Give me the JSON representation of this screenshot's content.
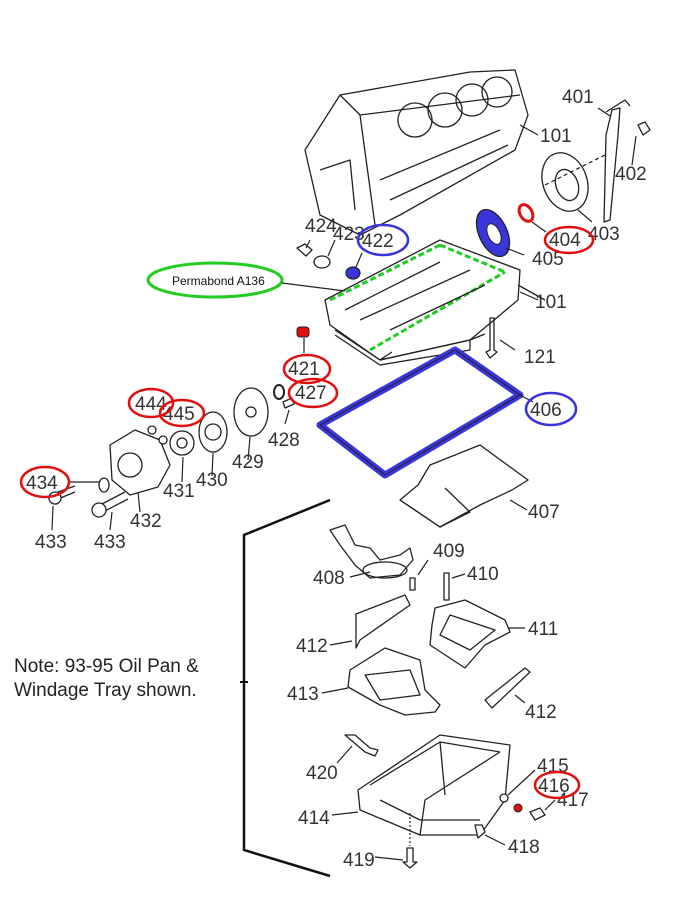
{
  "diagram": {
    "title": "Engine block, oil pump and oil pan exploded parts diagram",
    "note_lines": [
      "Note: 93-95 Oil Pan &",
      "Windage Tray shown."
    ],
    "callout": {
      "text": "Permabond A136",
      "color": "#22cc22"
    },
    "highlight_colors": {
      "red": "#e01010",
      "blue": "#3a35d8",
      "green": "#22cc22"
    },
    "labels": {
      "p101a": "101",
      "p401": "401",
      "p402": "402",
      "p403": "403",
      "p404": "404",
      "p405": "405",
      "p424": "424",
      "p423": "423",
      "p422": "422",
      "p101b": "101",
      "p121": "121",
      "p421": "421",
      "p427": "427",
      "p406": "406",
      "p444": "444",
      "p445": "445",
      "p428": "428",
      "p429": "429",
      "p430": "430",
      "p431": "431",
      "p434": "434",
      "p432": "432",
      "p433a": "433",
      "p433b": "433",
      "p407": "407",
      "p408": "408",
      "p409": "409",
      "p410": "410",
      "p411": "411",
      "p412a": "412",
      "p413": "413",
      "p412b": "412",
      "p420": "420",
      "p414": "414",
      "p415": "415",
      "p416": "416",
      "p417": "417",
      "p418": "418",
      "p419": "419"
    },
    "circled_red": [
      "404",
      "421",
      "427",
      "444",
      "445",
      "434",
      "416"
    ],
    "circled_blue": [
      "422",
      "406"
    ],
    "circled_green": [
      "Permabond A136"
    ]
  }
}
